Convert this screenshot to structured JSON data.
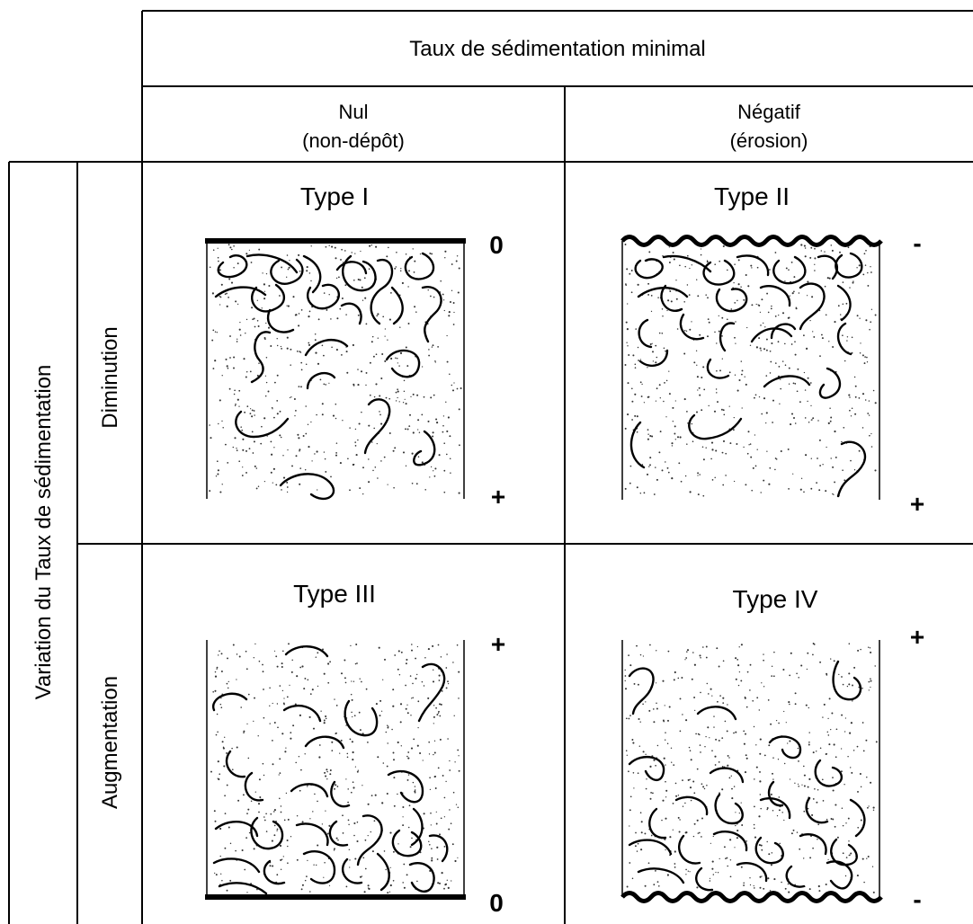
{
  "header": {
    "title": "Taux de sédimentation minimal",
    "col_nul_line1": "Nul",
    "col_nul_line2": "(non-dépôt)",
    "col_neg_line1": "Négatif",
    "col_neg_line2": "(érosion)"
  },
  "row_axis": {
    "title": "Variation du Taux de sédimentation",
    "row_diminution": "Diminution",
    "row_augmentation": "Augmentation"
  },
  "cells": {
    "type1": {
      "title": "Type I",
      "top_sign": "0",
      "bottom_sign": "+"
    },
    "type2": {
      "title": "Type II",
      "top_sign": "-",
      "bottom_sign": "+"
    },
    "type3": {
      "title": "Type III",
      "top_sign": "+",
      "bottom_sign": "0"
    },
    "type4": {
      "title": "Type IV",
      "top_sign": "+",
      "bottom_sign": "-"
    }
  }
}
